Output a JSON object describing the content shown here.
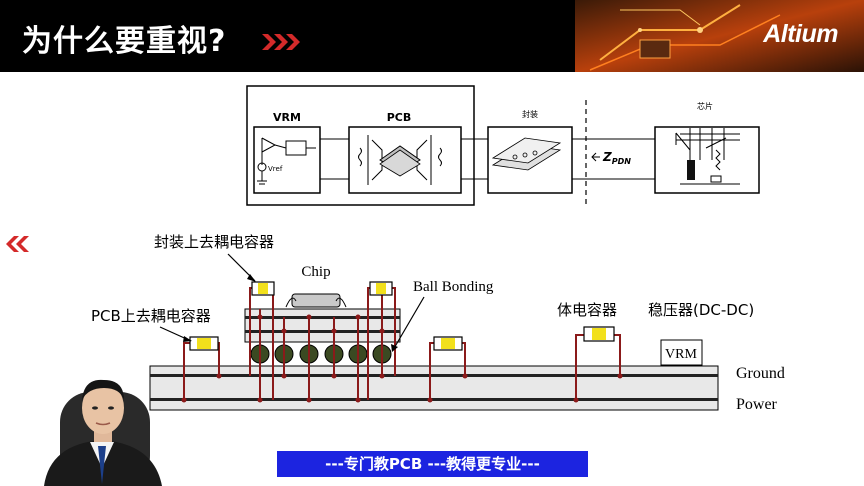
{
  "header": {
    "title": "为什么要重视?",
    "logo": "Altium"
  },
  "pdn_diagram": {
    "vrm_label": "VRM",
    "pcb_label": "PCB",
    "package_label": "封装",
    "chip_label": "芯片",
    "vref_label": "Vref",
    "zpdn_main": "Z",
    "zpdn_sub": "PDN"
  },
  "cross_section": {
    "pkg_decap_label": "封装上去耦电容器",
    "chip_label": "Chip",
    "ball_bonding_label": "Ball Bonding",
    "pcb_decap_label": "PCB上去耦电容器",
    "bulk_cap_label": "体电容器",
    "regulator_label": "稳压器(DC-DC)",
    "vrm_label": "VRM",
    "ground_label": "Ground",
    "power_label": "Power"
  },
  "footer": {
    "banner": "---专门教PCB ---教得更专业---"
  },
  "colors": {
    "accent_red": "#c8282a",
    "banner_blue": "#1c24e0",
    "via_red": "#8b1a1a",
    "cap_yellow": "#f2e01c"
  }
}
